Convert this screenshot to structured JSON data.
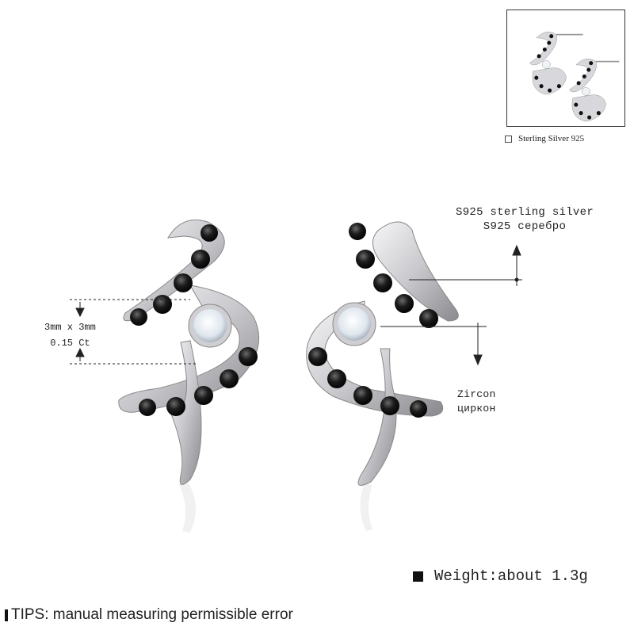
{
  "inset": {
    "label": "Sterling Silver 925"
  },
  "callouts": {
    "material_en": "S925 sterling silver",
    "material_ru": "S925 серебро",
    "stone_en": "Zircon",
    "stone_ru": "циркон",
    "stone_size": "3mm x 3mm",
    "stone_weight": "0.15 Ct"
  },
  "weight": {
    "text": "Weight:about 1.3g"
  },
  "tips": {
    "text": "TIPS: manual measuring permissible error"
  },
  "colors": {
    "silver": "#d9d9dc",
    "silver_dark": "#8c8c90",
    "stone_black": "#1a1a1a",
    "zircon": "#eef3f8"
  }
}
